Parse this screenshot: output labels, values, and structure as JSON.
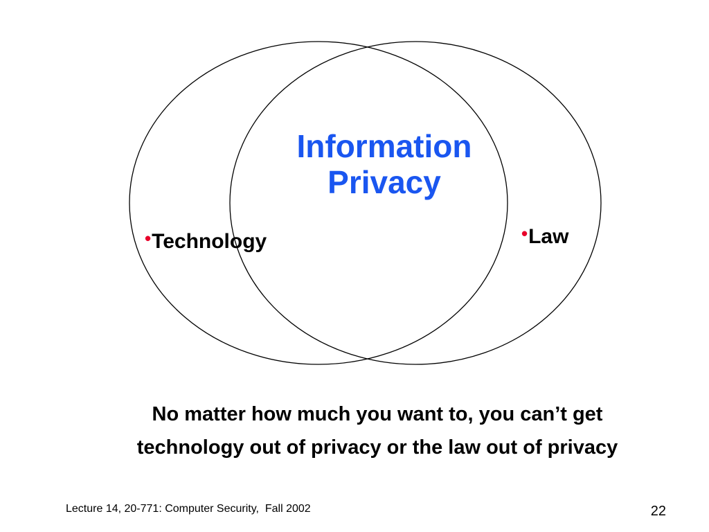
{
  "diagram": {
    "center_title_line1": "Information",
    "center_title_line2": "Privacy",
    "left_label": "Technology",
    "right_label": "Law",
    "bullet_symbol": "•"
  },
  "caption": {
    "line1": "No matter how much you want to, you can’t get",
    "line2": "technology out of privacy or the law out of privacy"
  },
  "footer": {
    "left_text": "Lecture 14, 20-771: Computer Security,  Fall 2002",
    "page_number": "22"
  },
  "colors": {
    "title": "#1a56f0",
    "bullet": "#e8002a",
    "circle_stroke": "#000000"
  }
}
